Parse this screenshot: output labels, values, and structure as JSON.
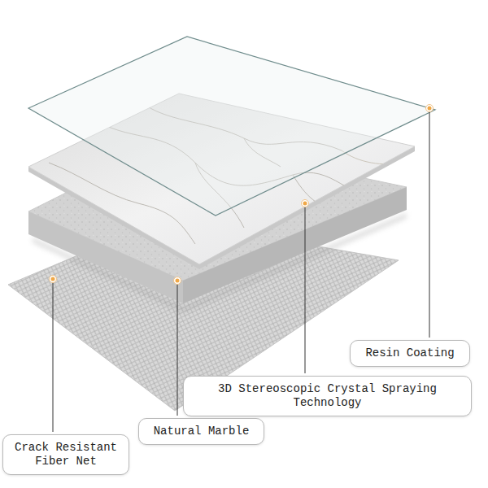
{
  "diagram": {
    "nodes": [
      {
        "text": [
          "Resin Coating"
        ]
      },
      {
        "text": [
          "3D Stereoscopic Crystal Spraying Technology"
        ]
      },
      {
        "text": [
          "Natural Marble"
        ]
      },
      {
        "text": [
          "Crack Resistant Fiber Net"
        ]
      }
    ]
  }
}
